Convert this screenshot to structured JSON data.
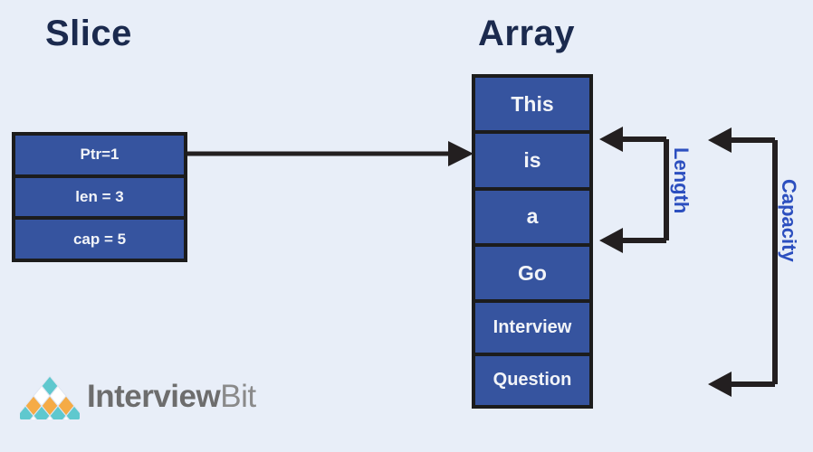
{
  "background_color": "#e8eef8",
  "titles": {
    "slice": "Slice",
    "array": "Array",
    "title_color": "#1b2a4e"
  },
  "slice": {
    "fields": [
      {
        "label": "Ptr=1"
      },
      {
        "label": "len = 3"
      },
      {
        "label": "cap = 5"
      }
    ],
    "cell_fill": "#36549f",
    "cell_text_color": "#f2f4f8",
    "border_color": "#1c1c1c"
  },
  "array": {
    "cells": [
      {
        "label": "This"
      },
      {
        "label": "is"
      },
      {
        "label": "a"
      },
      {
        "label": "Go"
      },
      {
        "label": "Interview"
      },
      {
        "label": "Question"
      }
    ],
    "cell_fill": "#36549f",
    "cell_text_color": "#f2f4f8",
    "border_color": "#1c1c1c"
  },
  "annotations": {
    "length_label": "Length",
    "capacity_label": "Capacity",
    "label_color": "#2c4fbf",
    "arrow_color": "#231f20"
  },
  "logo": {
    "name_bold": "Interview",
    "name_light": "Bit",
    "text_color": "#6d6d6d",
    "diamond_teal": "#5fc8ce",
    "diamond_orange": "#f5ab46",
    "diamond_white": "#ffffff"
  }
}
